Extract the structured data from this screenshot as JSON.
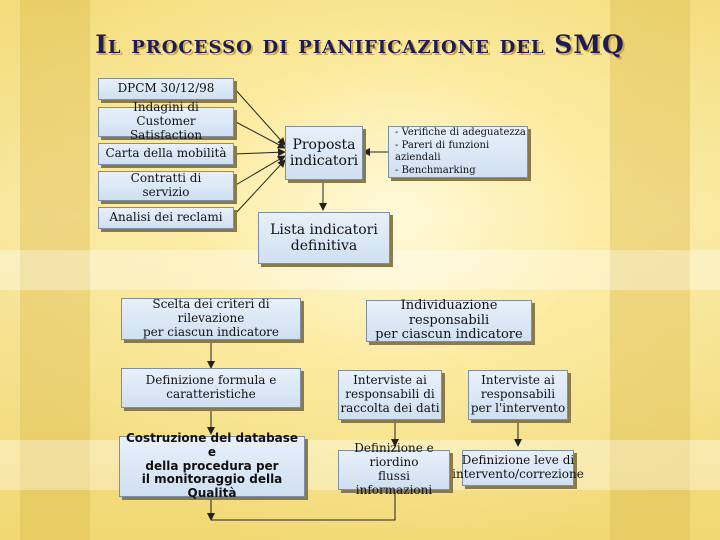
{
  "title": "Il processo di pianificazione del SMQ",
  "inputs": [
    "DPCM 30/12/98",
    "Indagini di\nCustomer Satisfaction",
    "Carta della mobilità",
    "Contratti di\nservizio",
    "Analisi dei reclami"
  ],
  "proposta": "Proposta\nindicatori",
  "verifiche": [
    "Verifiche di adeguatezza",
    "Pareri di funzioni aziendali",
    "Benchmarking"
  ],
  "lista": "Lista indicatori\ndefinitiva",
  "left_flow": {
    "scelta": "Scelta dei criteri di rilevazione\nper ciascun indicatore",
    "definizione": "Definizione formula e\ncaratteristiche",
    "costruzione": "Costruzione del database e\ndella procedura per\nil monitoraggio della Qualità"
  },
  "right_flow": {
    "individuazione": "Individuazione responsabili\nper ciascun indicatore",
    "interviste_dati": "Interviste ai\nresponsabili di\nraccolta dei dati",
    "interviste_intervento": "Interviste ai\nresponsabili\nper l'intervento",
    "riordino": "Definizione e riordino\nflussi informazioni",
    "leve": "Definizione leve di\nintervento/correzione"
  },
  "colors": {
    "title": "#1b1b5e",
    "box_fill": "#dce8f6",
    "box_shadow": "#8a7a48",
    "arrow": "#222222",
    "background": "#f7e07a"
  }
}
